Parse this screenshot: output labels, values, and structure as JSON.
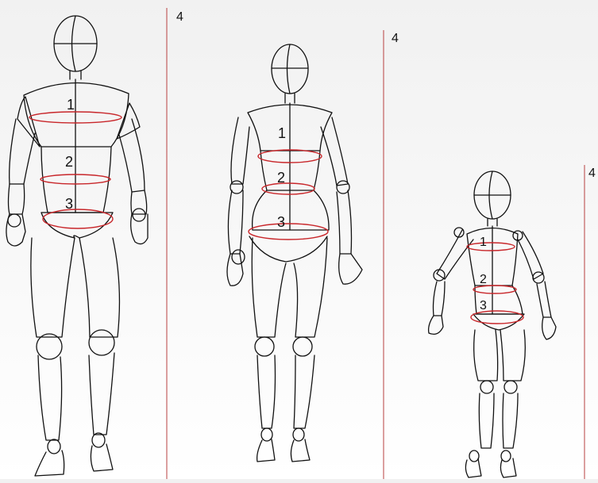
{
  "colors": {
    "measurement": "#c8262a",
    "ink": "#111111",
    "guide": "#b84040"
  },
  "figures": [
    {
      "id": "male",
      "height_label": "4",
      "labels": [
        "1",
        "2",
        "3"
      ]
    },
    {
      "id": "female",
      "height_label": "4",
      "labels": [
        "1",
        "2",
        "3"
      ]
    },
    {
      "id": "child",
      "height_label": "4",
      "labels": [
        "1",
        "2",
        "3"
      ]
    }
  ]
}
